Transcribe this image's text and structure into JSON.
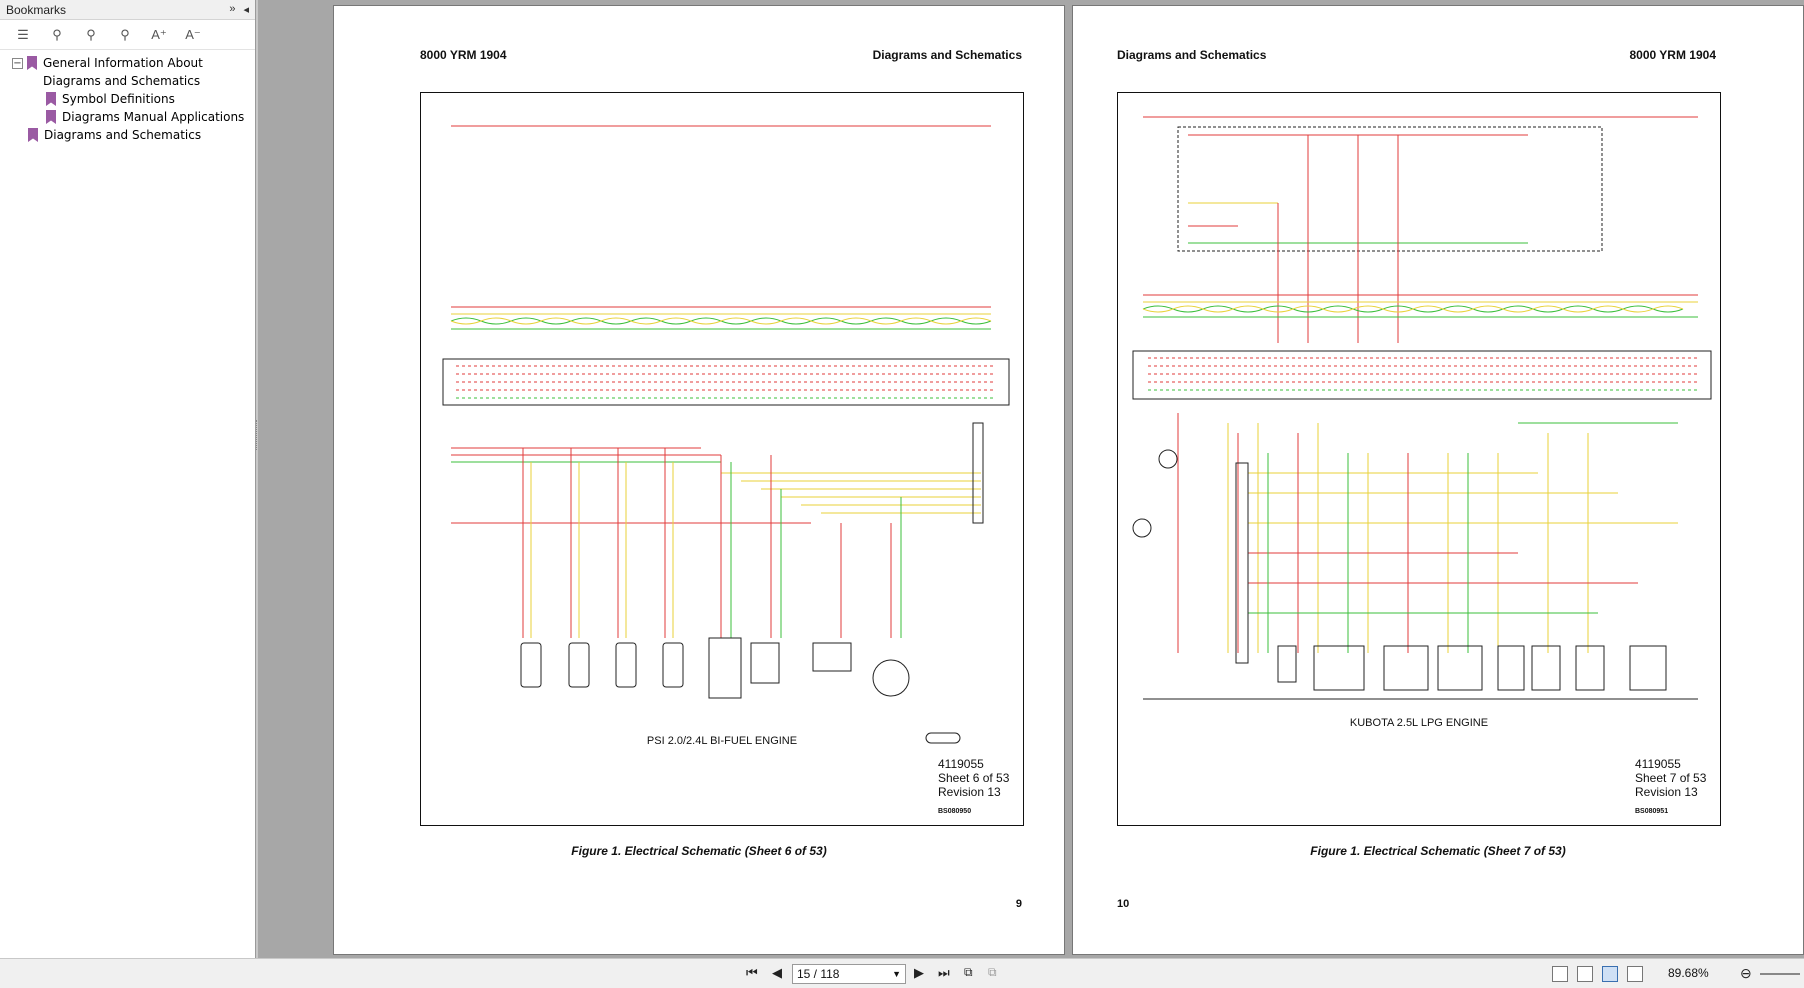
{
  "sidebar": {
    "title": "Bookmarks",
    "items": [
      {
        "label": "General Information About Diagrams and Schematics",
        "level": 0,
        "expanded": true
      },
      {
        "label": "Symbol Definitions",
        "level": 1
      },
      {
        "label": "Diagrams Manual Applications",
        "level": 1
      },
      {
        "label": "Diagrams and Schematics",
        "level": 0
      }
    ]
  },
  "pages": [
    {
      "left_header": "8000 YRM 1904",
      "right_header": "Diagrams and Schematics",
      "engine_title": "PSI 2.0/2.4L BI-FUEL ENGINE",
      "doc_number": "4119055",
      "sheet": "Sheet 6 of 53",
      "revision": "Revision 13",
      "bs_code": "BS080950",
      "caption": "Figure 1. Electrical Schematic (Sheet 6 of 53)",
      "page_number": "9"
    },
    {
      "left_header": "Diagrams and Schematics",
      "right_header": "8000 YRM 1904",
      "engine_title": "KUBOTA 2.5L LPG ENGINE",
      "doc_number": "4119055",
      "sheet": "Sheet 7 of 53",
      "revision": "Revision 13",
      "bs_code": "BS080951",
      "caption": "Figure 1. Electrical Schematic (Sheet 7 of 53)",
      "page_number": "10"
    }
  ],
  "statusbar": {
    "page_indicator": "15 / 118",
    "zoom": "89.68%"
  },
  "colors": {
    "bookmark": "#9a5aa3",
    "wire_red": "#e23b3b",
    "wire_yellow": "#e8d23a",
    "wire_green": "#3bbf3b",
    "wire_orange": "#e89a2a"
  }
}
